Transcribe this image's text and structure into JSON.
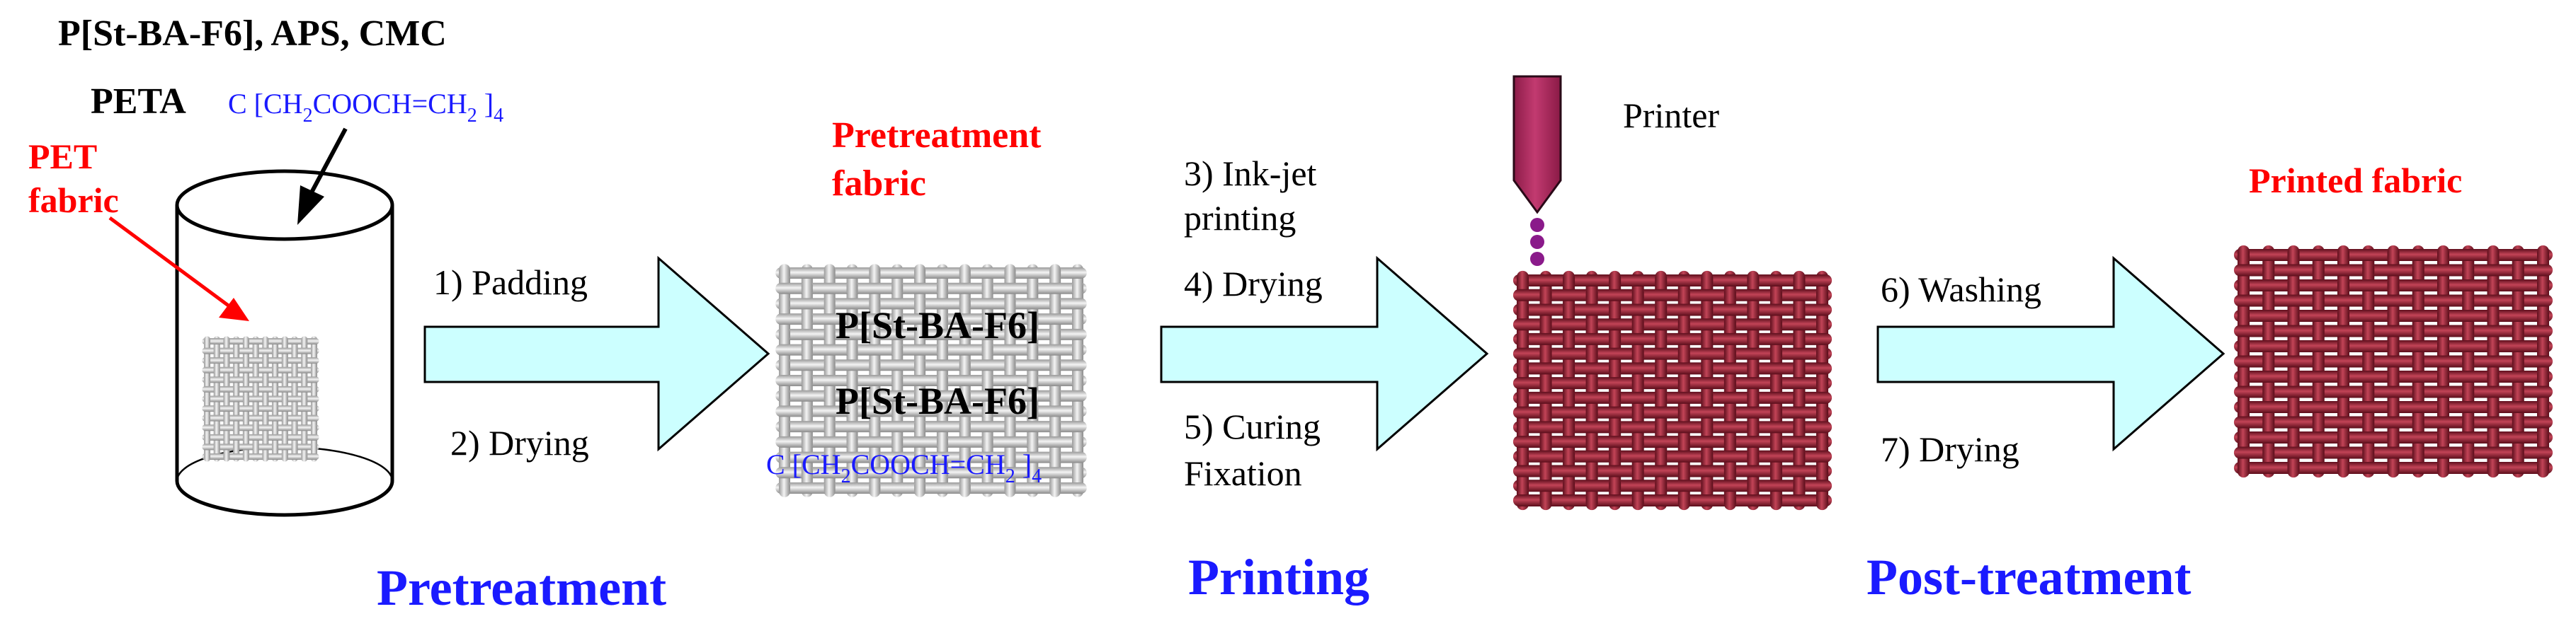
{
  "reagents": {
    "line1": "P[St-BA-F6], APS, CMC",
    "peta_label": "PETA",
    "peta_formula": {
      "a": "C [CH",
      "sub1": "2",
      "b": "COOCH=CH",
      "sub2": "2",
      "c": " ]",
      "sub3": "4"
    }
  },
  "labels": {
    "pet_fabric": [
      "PET",
      "fabric"
    ],
    "pretreatment_fabric": [
      "Pretreatment",
      "fabric"
    ],
    "printer": "Printer",
    "printed_fabric": "Printed fabric"
  },
  "steps": {
    "padding": "1) Padding",
    "drying_1": "2) Drying",
    "inkjet": [
      "3) Ink-jet",
      "printing"
    ],
    "drying_2": "4) Drying",
    "curing": [
      "5) Curing",
      "Fixation"
    ],
    "washing": "6) Washing",
    "drying_3": "7) Drying"
  },
  "fabric_overlay": {
    "line1": "P[St-BA-F6]",
    "line2": "P[St-BA-F6]"
  },
  "stages": {
    "pretreatment": "Pretreatment",
    "printing": "Printing",
    "post_treatment": "Post-treatment"
  },
  "colors": {
    "black": "#000000",
    "red": "#ff0000",
    "blue": "#1a1aff",
    "arrow_fill": "#ccffff",
    "fabric_gray": "#d9d9d9",
    "fabric_red": "#a0283a",
    "printer_body": "#b22d5f",
    "ink_drop": "#8a1a8a"
  }
}
